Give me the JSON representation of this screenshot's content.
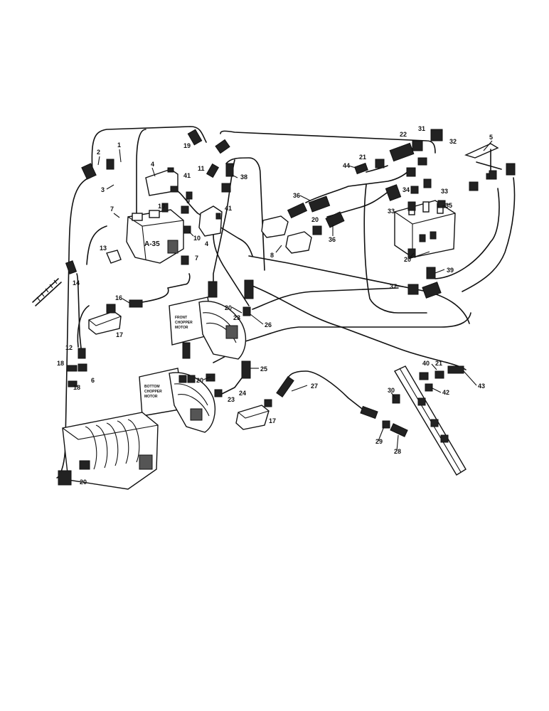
{
  "callouts": {
    "c1": "1",
    "c2": "2",
    "c3": "3",
    "c4": "4",
    "c4b": "4",
    "c5": "5",
    "c6": "6",
    "c7a": "7",
    "c7b": "7",
    "c8": "8",
    "c9": "9",
    "c10a": "10",
    "c10b": "10",
    "c11": "11",
    "c12": "12",
    "c13": "13",
    "c14": "14",
    "c16": "16",
    "c17a": "17",
    "c17b": "17",
    "c18a": "18",
    "c18b": "18",
    "c19": "19",
    "c20a": "20",
    "c20b": "20",
    "c20c": "20",
    "c20d": "20",
    "c20e": "20",
    "c21a": "21",
    "c21b": "21",
    "c22": "22",
    "c23a": "23",
    "c23b": "23",
    "c24": "24",
    "c25": "25",
    "c26": "26",
    "c27": "27",
    "c28": "28",
    "c29": "29",
    "c30": "30",
    "c31": "31",
    "c32": "32",
    "c33a": "33",
    "c33b": "33",
    "c34": "34",
    "c35": "35",
    "c36a": "36",
    "c36b": "36",
    "c37": "37",
    "c38": "38",
    "c39": "39",
    "c40": "40",
    "c41a": "41",
    "c41b": "41",
    "c42": "42",
    "c43": "43",
    "c44": "44"
  },
  "tags": {
    "valve_tag": "A-35"
  },
  "motor_labels": {
    "upper_l1": "FRONT",
    "upper_l2": "CHOPPER",
    "upper_l3": "MOTOR",
    "lower_l1": "BOTTOM",
    "lower_l2": "CHOPPER",
    "lower_l3": "MOTOR"
  }
}
